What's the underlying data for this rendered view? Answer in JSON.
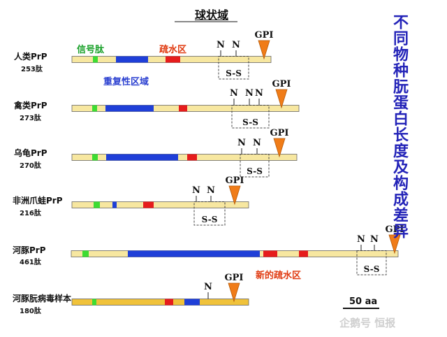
{
  "title": "球状域",
  "side_text": "不同物种朊蛋白长度及构成差异",
  "legend": {
    "signal_peptide": "信号肽",
    "hydrophobic_region": "疏水区",
    "repeat_region": "重复性区域",
    "new_hydrophobic_region": "新的疏水区"
  },
  "markers": {
    "n_label": "N",
    "gpi_label": "GPI",
    "ss_label": "S-S"
  },
  "scale": {
    "label": "50 aa"
  },
  "watermark": "企鹅号 恒报",
  "colors": {
    "bar": "#f7e7a0",
    "bar_golden": "#f0c23a",
    "signal": "#3ddc32",
    "repeat": "#1f3fd8",
    "hydrophobic": "#e61c1c",
    "gpi": "#f07c18",
    "legend_signal_text": "#1aa12a",
    "legend_hydro_text": "#e03a10",
    "legend_repeat_text": "#2a3fd0",
    "side_text": "#2323b8"
  },
  "species": [
    {
      "name": "人类PrP",
      "length": "253肽",
      "n_count": 2
    },
    {
      "name": "禽类PrP",
      "length": "273肽",
      "n_count": 3
    },
    {
      "name": "乌龟PrP",
      "length": "270肽",
      "n_count": 2
    },
    {
      "name": "非洲爪蛙PrP",
      "length": "216肽",
      "n_count": 2
    },
    {
      "name": "河豚PrP",
      "length": "461肽",
      "n_count": 2
    },
    {
      "name": "河豚朊病毒样本",
      "length": "180肽",
      "n_count": 1
    }
  ]
}
